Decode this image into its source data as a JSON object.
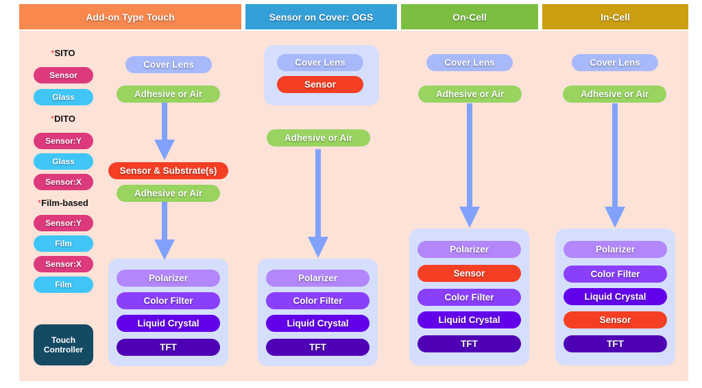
{
  "colors": {
    "cover_lens": "#a7b9fb",
    "adhesive": "#98d45f",
    "sensor": "#f43f25",
    "legend_sensor": "#dc3a7c",
    "legend_glass": "#3fc6f7",
    "polarizer": "#b387fb",
    "color_filter": "#8a3ffb",
    "liquid_crystal": "#6200ea",
    "tft": "#4f00b5",
    "arrow": "#80a2fd",
    "touch_controller": "#154a64"
  },
  "headers": [
    {
      "label": "Add-on Type Touch",
      "color": "#f8884e"
    },
    {
      "label": "Sensor on Cover: OGS",
      "color": "#34a0d8"
    },
    {
      "label": "On-Cell",
      "color": "#7cbe42"
    },
    {
      "label": "In-Cell",
      "color": "#cc9e12"
    }
  ],
  "legend": {
    "sito": {
      "star": "*",
      "title": "SITO",
      "items": [
        "Sensor",
        "Glass"
      ]
    },
    "dito": {
      "star": "*",
      "title": "DITO",
      "items": [
        "Sensor:Y",
        "Glass",
        "Sensor:X"
      ]
    },
    "film": {
      "star": "*",
      "title": "Film-based",
      "items": [
        "Sensor:Y",
        "Film",
        "Sensor:X",
        "Film"
      ]
    },
    "touch_controller": "Touch Controller"
  },
  "columns": {
    "addon": {
      "top": [
        "Cover Lens",
        "Adhesive or Air"
      ],
      "middle": [
        "Sensor & Substrate(s)",
        "Adhesive or Air"
      ],
      "stack": [
        "Polarizer",
        "Color Filter",
        "Liquid Crystal",
        "TFT"
      ]
    },
    "ogs": {
      "cover_group": [
        "Cover Lens",
        "Sensor"
      ],
      "middle": [
        "Adhesive or Air"
      ],
      "stack": [
        "Polarizer",
        "Color Filter",
        "Liquid Crystal",
        "TFT"
      ]
    },
    "oncell": {
      "top": [
        "Cover Lens",
        "Adhesive or Air"
      ],
      "stack": [
        "Polarizer",
        "Sensor",
        "Color Filter",
        "Liquid Crystal",
        "TFT"
      ]
    },
    "incell": {
      "top": [
        "Cover Lens",
        "Adhesive or Air"
      ],
      "stack": [
        "Polarizer",
        "Color Filter",
        "Liquid Crystal",
        "Sensor",
        "TFT"
      ]
    }
  }
}
